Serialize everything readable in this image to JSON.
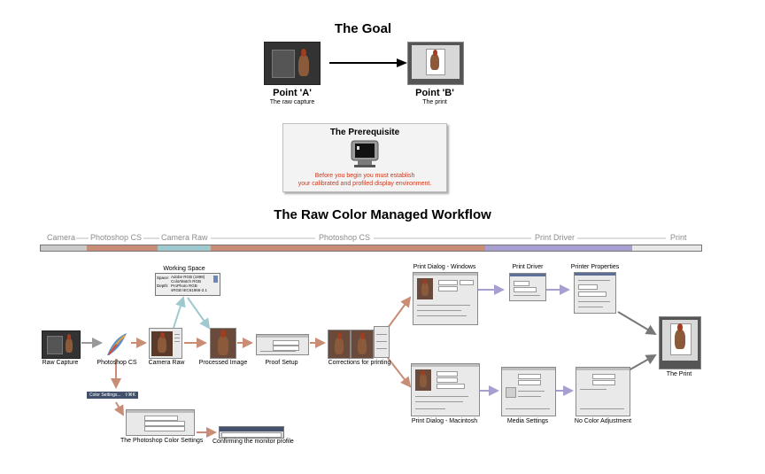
{
  "goal": {
    "title": "The Goal",
    "point_a": {
      "label": "Point 'A'",
      "caption": "The raw capture"
    },
    "point_b": {
      "label": "Point 'B'",
      "caption": "The print"
    }
  },
  "prerequisite": {
    "title": "The Prerequisite",
    "text_line1": "Before you begin you must establish",
    "text_line2": "your calibrated and profiled display environment."
  },
  "workflow": {
    "title": "The Raw Color Managed Workflow",
    "stages": [
      "Camera",
      "Photoshop CS",
      "Camera Raw",
      "Photoshop CS",
      "Print Driver",
      "Print"
    ],
    "stage_colors": {
      "camera": "#c9c9c9",
      "photoshop": "#c88d74",
      "camera_raw": "#9ec9cf",
      "print_driver": "#a89ed0"
    },
    "steps": {
      "raw_capture": "Raw Capture",
      "photoshop_cs": "Photoshop CS",
      "camera_raw": "Camera Raw",
      "processed_image": "Processed Image",
      "proof_setup": "Proof Setup",
      "corrections": "Corrections for printing",
      "working_space": "Working Space",
      "color_settings_button": "Color Settings...",
      "color_settings_shortcut": "⇧⌘K",
      "ps_color_settings": "The Photoshop Color Settings",
      "confirm_profile": "Confirming the monitor profile",
      "print_dialog_windows": "Print Dialog - Windows",
      "print_driver": "Print Driver",
      "printer_properties": "Printer Properties",
      "print_dialog_mac": "Print Dialog - Macintosh",
      "media_settings": "Media Settings",
      "no_color_adjustment": "No Color Adjustment",
      "the_print": "The Print"
    },
    "working_space_options": [
      "Adobe RGB (1998)",
      "ColorMatch RGB",
      "ProPhoto RGB",
      "sRGB IEC61966-2.1"
    ],
    "working_space_labels": [
      "Space:",
      "Depth:"
    ]
  }
}
